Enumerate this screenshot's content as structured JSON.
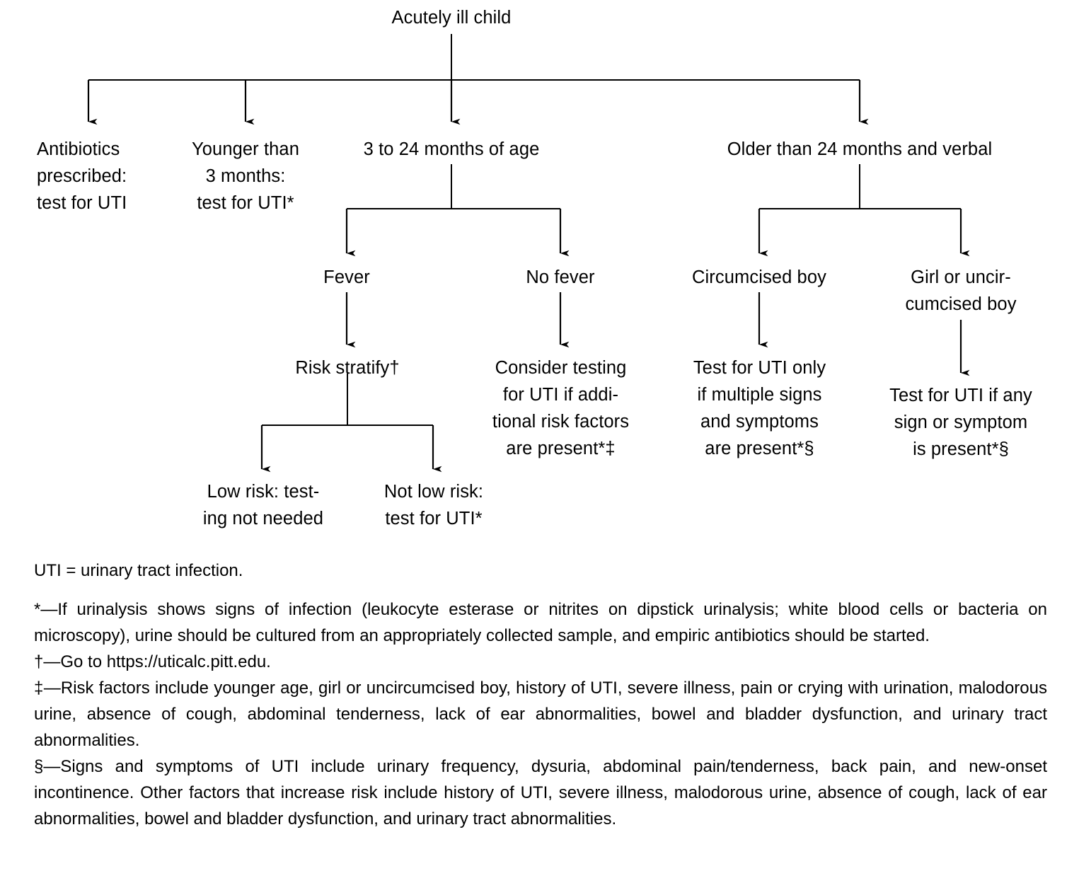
{
  "diagram": {
    "type": "flowchart",
    "title_node": "Acutely ill child",
    "nodes": {
      "root": "Acutely ill child",
      "antibiotics": "Antibiotics\nprescribed:\ntest for UTI",
      "younger_3mo": "Younger than\n3 months:\ntest for UTI*",
      "three_to_24": "3 to 24 months of age",
      "older_24": "Older than 24 months and verbal",
      "fever": "Fever",
      "no_fever": "No fever",
      "circumcised_boy": "Circumcised boy",
      "girl_or_uncirc": "Girl or uncir-\ncumcised boy",
      "risk_stratify": "Risk stratify†",
      "consider_testing": "Consider testing\nfor UTI if addi-\ntional risk factors\nare present*‡",
      "test_only_multiple": "Test for UTI only\nif multiple signs\nand symptoms\nare present*§",
      "test_if_any_sign": "Test for UTI if any\nsign or symptom\nis present*§",
      "low_risk": "Low risk: test-\ning not needed",
      "not_low_risk": "Not low risk:\ntest for UTI*"
    },
    "edges": [
      {
        "from": "root",
        "to": "antibiotics"
      },
      {
        "from": "root",
        "to": "younger_3mo"
      },
      {
        "from": "root",
        "to": "three_to_24"
      },
      {
        "from": "root",
        "to": "older_24"
      },
      {
        "from": "three_to_24",
        "to": "fever"
      },
      {
        "from": "three_to_24",
        "to": "no_fever"
      },
      {
        "from": "older_24",
        "to": "circumcised_boy"
      },
      {
        "from": "older_24",
        "to": "girl_or_uncirc"
      },
      {
        "from": "fever",
        "to": "risk_stratify"
      },
      {
        "from": "no_fever",
        "to": "consider_testing"
      },
      {
        "from": "circumcised_boy",
        "to": "test_only_multiple"
      },
      {
        "from": "girl_or_uncirc",
        "to": "test_if_any_sign"
      },
      {
        "from": "risk_stratify",
        "to": "low_risk"
      },
      {
        "from": "risk_stratify",
        "to": "not_low_risk"
      }
    ],
    "line_color": "#000000"
  },
  "footnotes": {
    "abbreviation": "UTI = urinary tract infection.",
    "asterisk": "*—If urinalysis shows signs of infection (leukocyte esterase or nitrites on dipstick urinalysis; white blood cells or bacteria on microscopy), urine should be cultured from an appropriately collected sample, and empiric antibiotics should be started.",
    "dagger": "†—Go to https://uticalc.pitt.edu.",
    "double_dagger": "‡—Risk factors include younger age, girl or uncircumcised boy, history of UTI, severe illness, pain or crying with urination, malodorous urine, absence of cough, abdominal tenderness, lack of ear abnormalities, bowel and bladder dysfunction, and urinary tract abnormalities.",
    "section": "§—Signs and symptoms of UTI include urinary frequency, dysuria, abdominal pain/tenderness, back pain, and new-onset incontinence. Other factors that increase risk include history of UTI, severe illness, malodorous urine, absence of cough, lack of ear abnormalities, bowel and bladder dysfunction, and urinary tract abnormalities."
  }
}
